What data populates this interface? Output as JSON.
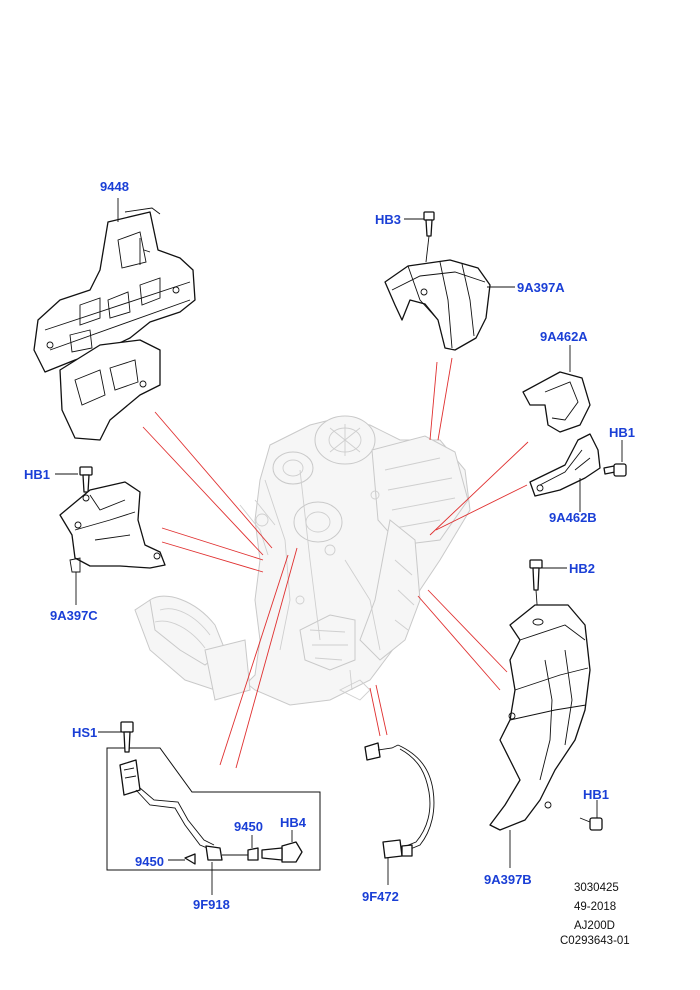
{
  "callouts": {
    "p9448": "9448",
    "hb3": "HB3",
    "p9a397a": "9A397A",
    "p9a462a": "9A462A",
    "hb1_right": "HB1",
    "p9a462b": "9A462B",
    "hb1_left": "HB1",
    "p9a397c": "9A397C",
    "hb2": "HB2",
    "hs1": "HS1",
    "p9450_top": "9450",
    "hb4": "HB4",
    "p9450_left": "9450",
    "p9f918": "9F918",
    "p9f472": "9F472",
    "p9a397b": "9A397B",
    "hb1_lower": "HB1"
  },
  "reference": {
    "line1": "3030425",
    "line2": "49-2018",
    "line3": "AJ200D",
    "line4": "C0293643-01"
  },
  "colors": {
    "callout": "#1a3fd6",
    "indicator_line": "#e03030",
    "outline": "#111111",
    "ghost": "#c9c9c9"
  }
}
